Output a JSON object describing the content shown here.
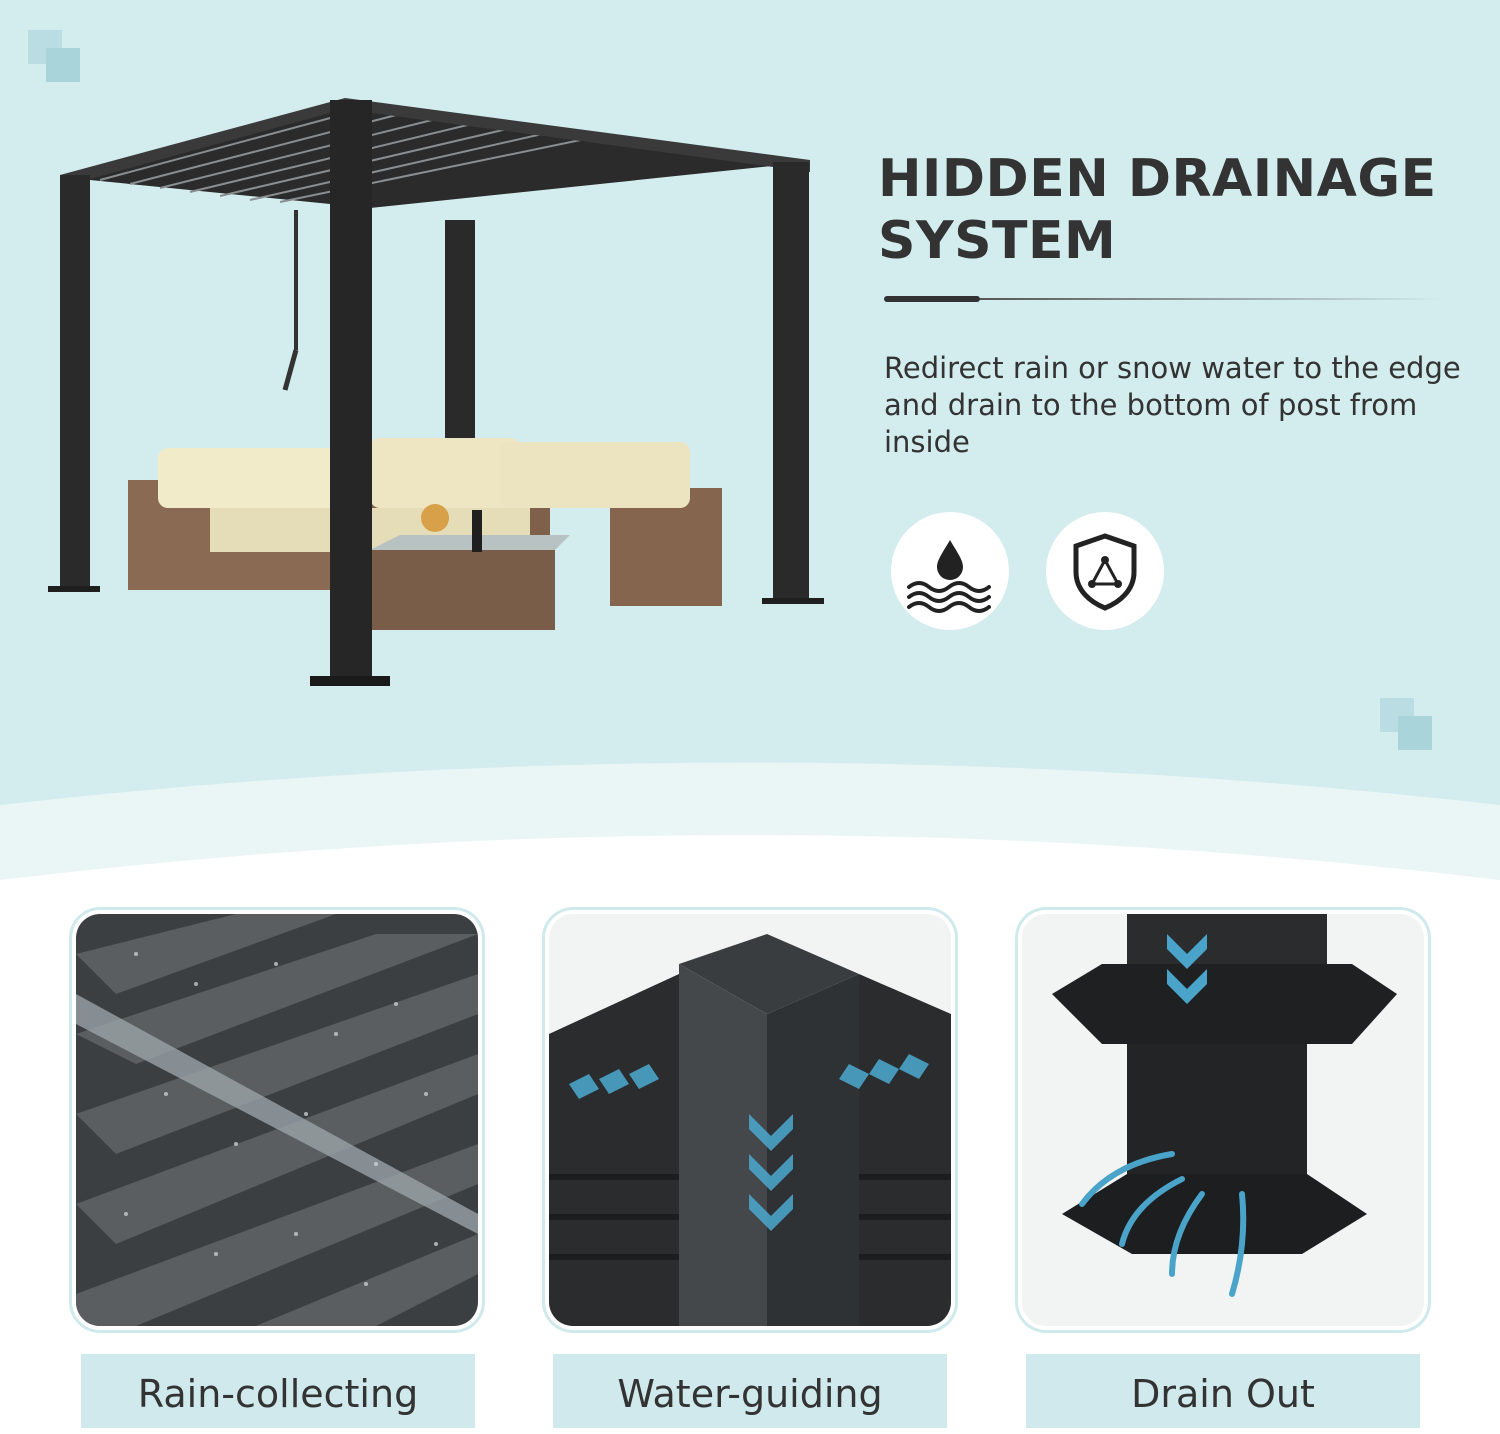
{
  "header": {
    "title_line1": "HIDDEN DRAINAGE",
    "title_line2": "SYSTEM",
    "description": "Redirect rain or snow water to the edge and drain to the bottom of post from inside"
  },
  "icons": [
    {
      "name": "water-wave-icon"
    },
    {
      "name": "shield-icon"
    }
  ],
  "features": [
    {
      "label": "Rain-collecting"
    },
    {
      "label": "Water-guiding"
    },
    {
      "label": "Drain Out"
    }
  ],
  "colors": {
    "background_top": "#d3ecee",
    "accent": "#cfe9ec",
    "text": "#333333",
    "arrow": "#4aa3c8"
  }
}
